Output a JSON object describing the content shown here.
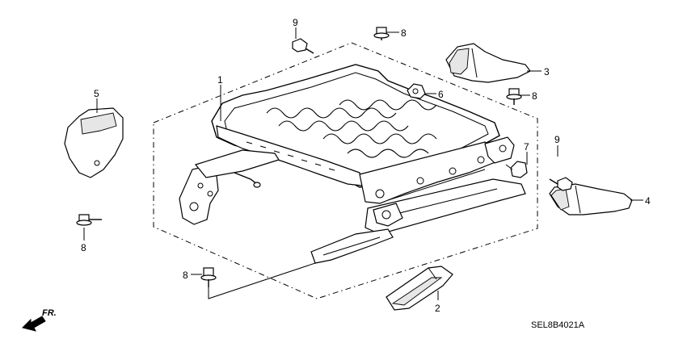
{
  "diagram": {
    "drawing_code": "SEL8B4021A",
    "front_indicator": "FR.",
    "callouts": {
      "c1": "1",
      "c2": "2",
      "c3": "3",
      "c4": "4",
      "c5": "5",
      "c6": "6",
      "c7": "7",
      "c8a": "8",
      "c8b": "8",
      "c8c": "8",
      "c8d": "8",
      "c9a": "9",
      "c9b": "9"
    }
  }
}
